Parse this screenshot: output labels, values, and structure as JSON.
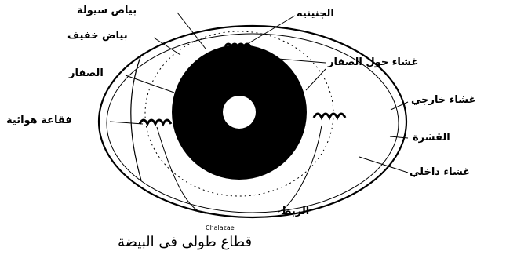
{
  "labels": {
    "thin_albumen_outer": "بياض سيولة",
    "thin_albumen_inner": "بياض خفيف",
    "germinal_disc": "الجنينيه",
    "yolk": "الصفار",
    "vitelline_membrane": "غشاء حول الصفار",
    "air_cell": "فقاعة هوائية",
    "outer_membrane": "غشاء خارجي",
    "shell": "القشرة",
    "inner_membrane": "غشاء داخلي",
    "chalaza": "الربط",
    "chalazae_en": "Chalazae"
  },
  "caption": "قطاع طولى فى البيضة",
  "colors": {
    "ink": "#000000",
    "paper": "#ffffff"
  }
}
